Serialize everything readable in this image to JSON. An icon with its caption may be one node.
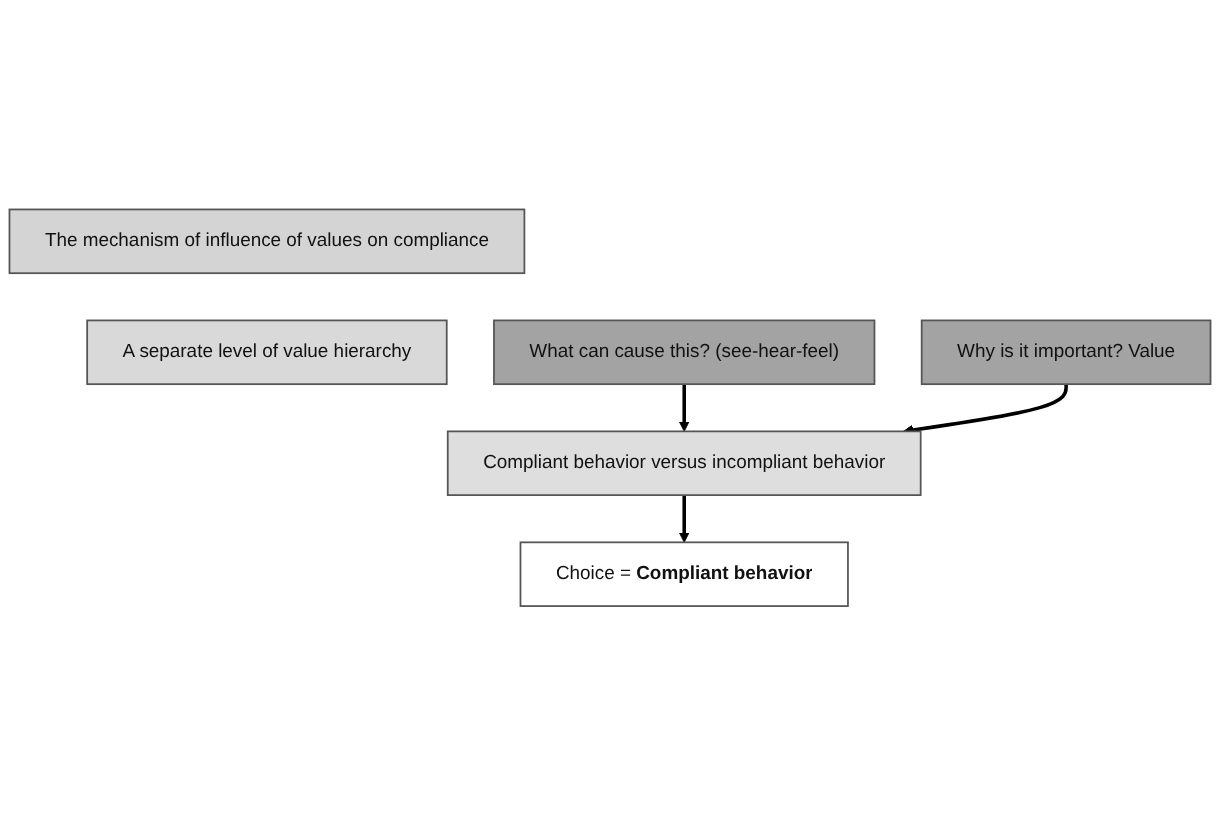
{
  "diagram": {
    "nodes": [
      {
        "text": [
          "The mechanism of influence of values on compliance"
        ]
      },
      {
        "text": [
          "A separate level of value hierarchy"
        ]
      },
      {
        "text": [
          "What can cause this? (see-hear-feel)"
        ]
      },
      {
        "text": [
          "Compliant behavior versus incompliant behavior"
        ]
      },
      {
        "text": [
          "Why is it important? Value"
        ]
      },
      {
        "text": [
          "Choice = **Compliant behavior**"
        ]
      }
    ],
    "edges": [
      {
        "from": 2,
        "to": 3,
        "arrow": "to"
      },
      {
        "from": 4,
        "to": 3,
        "arrow": "to"
      },
      {
        "from": 3,
        "to": 5,
        "arrow": "to"
      }
    ]
  }
}
